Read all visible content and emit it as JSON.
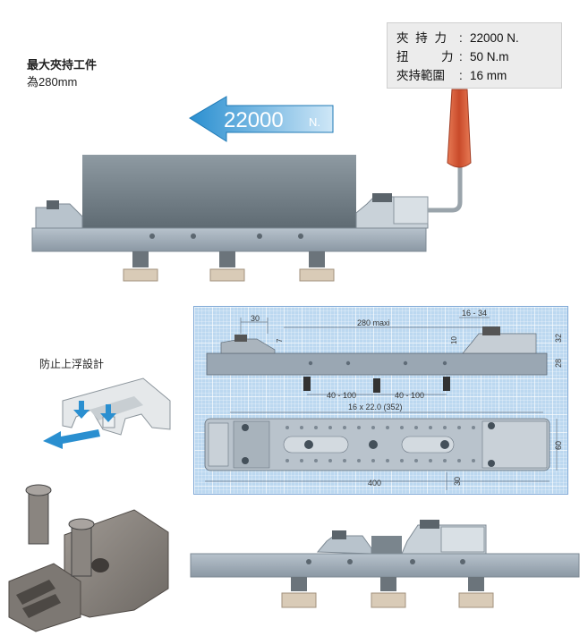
{
  "specs": {
    "rows": [
      {
        "label": "夾 持 力",
        "value": "22000 N."
      },
      {
        "label": "扭      力",
        "value": "50 N.m"
      },
      {
        "label": "夾持範圍",
        "value": "16 mm"
      }
    ]
  },
  "caption_max": {
    "line1": "最大夾持工件",
    "line2": "為280mm"
  },
  "force_arrow": {
    "value": "22000",
    "unit": "N."
  },
  "caption_anti": "防止上浮設計",
  "dims": {
    "d30_top": "30",
    "max": "280 maxi",
    "range": "16 - 34",
    "d7": "7",
    "d10": "10",
    "d32": "32",
    "d28": "28",
    "span_left": "40 - 100",
    "span_right": "40 - 100",
    "pitch": "16 x 22.0 (352)",
    "d60": "60",
    "d400": "400",
    "d30_bottom": "30"
  },
  "colors": {
    "arrow": "#2a8fd0",
    "rail": "#9aa7b3",
    "handle": "#d9623f",
    "blueprint": "#bcd8f0"
  }
}
